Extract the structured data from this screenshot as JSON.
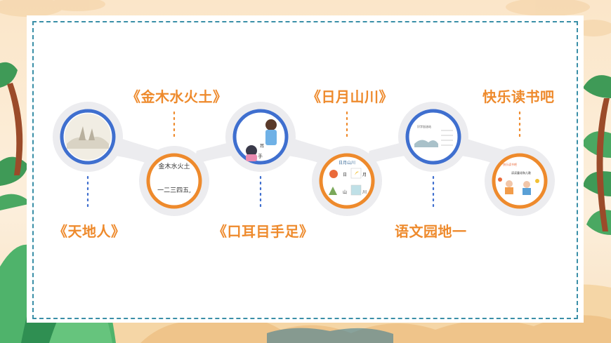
{
  "lessons": [
    {
      "title": "《天地人》"
    },
    {
      "title": "《金木水火土》"
    },
    {
      "title": "《口耳目手足》"
    },
    {
      "title": "《日月山川》"
    },
    {
      "title": "语文园地一"
    },
    {
      "title": "快乐读书吧"
    }
  ],
  "thumbnails": {
    "jinmushuihuotu": {
      "line1": "金木水火土",
      "line2": "一二三四五,"
    },
    "kouermushouzu": {
      "char1": "手",
      "char2": "耳"
    },
    "riyueshanchuan": {
      "header": "日月山川",
      "cell1": "日",
      "cell2": "月",
      "cell3": "山",
      "cell4": "川"
    },
    "yuwenyuandi": {
      "header": "识字加油站"
    },
    "kuaileduchu": {
      "header": "快乐读书吧",
      "subheader": "读读童谣和儿歌"
    }
  },
  "colors": {
    "accent_orange": "#ee8a2c",
    "ring_blue": "#3f6fcf",
    "ring_orange": "#ee8a2c",
    "dash_teal": "#3a8fa7",
    "dotted_blue": "#3f6fcf",
    "track_gray": "#e9e9ec"
  }
}
